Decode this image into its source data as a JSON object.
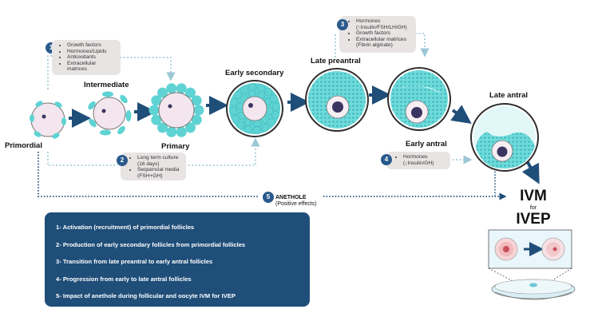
{
  "stages": {
    "primordial": "Primordial",
    "intermediate": "Intermediate",
    "primary": "Primary",
    "early_secondary": "Early secondary",
    "late_preantral": "Late preantral",
    "early_antral": "Early antral",
    "late_antral": "Late antral"
  },
  "callouts": [
    {
      "number": "1",
      "items": [
        "Growth factors",
        "Hormones/Lipids",
        "Antioxidants",
        "Extracellular matrices"
      ]
    },
    {
      "number": "2",
      "items": [
        "Long term culture (16 days)",
        "Sequencial media (FSH+GH)"
      ]
    },
    {
      "number": "3",
      "items": [
        "Hormones (↑Insulin/FSH/LH/GH)",
        "Growth factors",
        "Extracellular matrices (Fibrin alginate)"
      ]
    },
    {
      "number": "4",
      "items": [
        "Hormones (↓Insulin/GH)"
      ]
    }
  ],
  "anethole": {
    "number": "5",
    "title": "ANETHOLE",
    "subtitle": "(Positive effects)"
  },
  "ivm": {
    "line1": "IVM",
    "line2": "for",
    "line3": "IVEP"
  },
  "legend": [
    "1- Activation (recruitment) of primordial follicles",
    "2- Production of early secondary follicles from primordial follicles",
    "3- Transition from late preantral to early antral follicles",
    "4- Progression from early to late antral follicles",
    "5- Impact of anethole during follicular and oocyte IVM for IVEP"
  ],
  "colors": {
    "navy": "#1f4e79",
    "badge": "#2a5a8c",
    "teal": "#5fd3d3",
    "dotted": "#9cc7d6",
    "oocyte": "#f3e6ee",
    "nucleus": "#3a3560"
  }
}
